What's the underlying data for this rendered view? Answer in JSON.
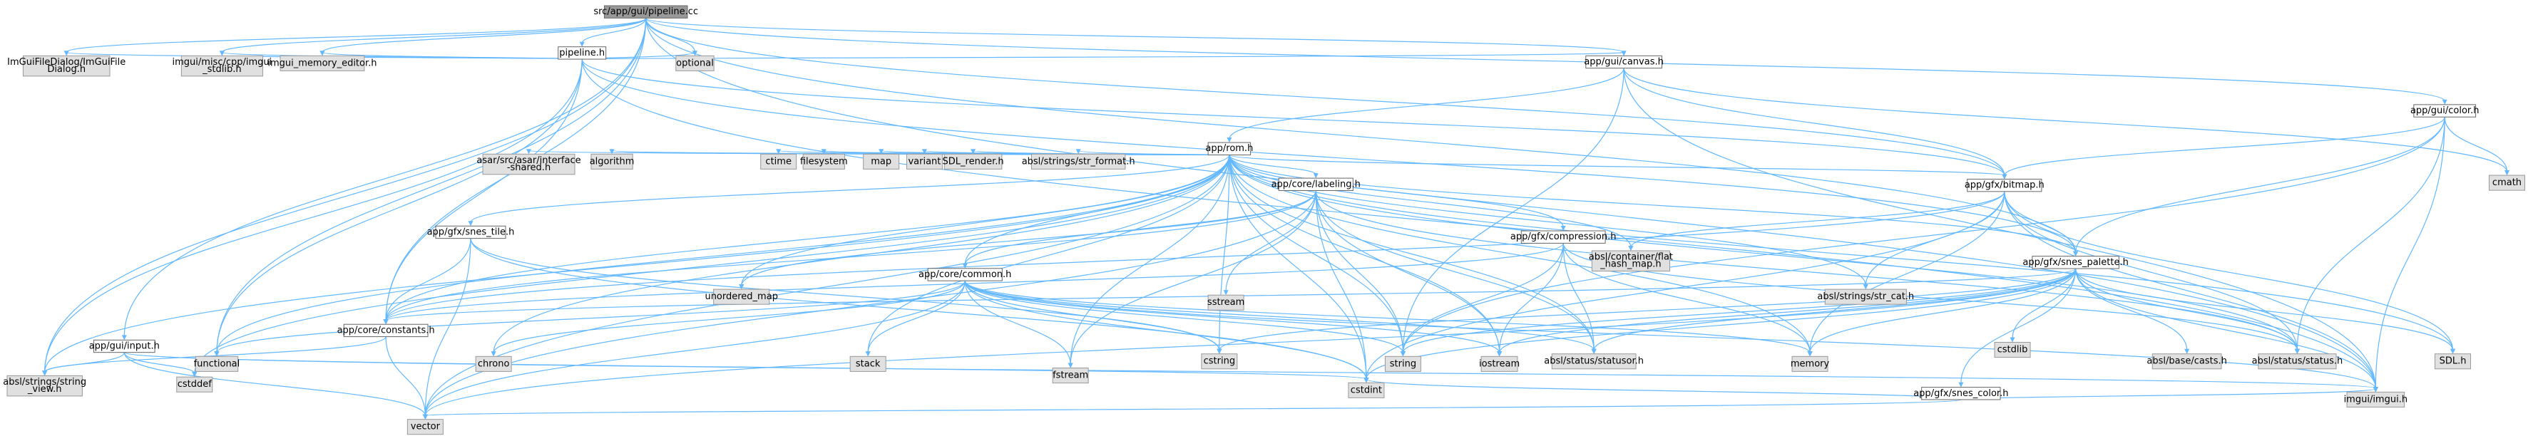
{
  "nodes": [
    {
      "id": "root",
      "label": "src/app/gui/pipeline.cc",
      "kind": "main"
    },
    {
      "id": "pipeline_h",
      "label": "pipeline.h",
      "kind": "local"
    },
    {
      "id": "imgui_file_dialog",
      "label": "ImGuiFileDialog/ImGuiFile\nDialog.h",
      "kind": "ext"
    },
    {
      "id": "imgui_stdlib",
      "label": "imgui/misc/cpp/imgui\n_stdlib.h",
      "kind": "ext"
    },
    {
      "id": "imgui_memory_editor",
      "label": "imgui_memory_editor.h",
      "kind": "ext"
    },
    {
      "id": "optional",
      "label": "optional",
      "kind": "ext"
    },
    {
      "id": "canvas_h",
      "label": "app/gui/canvas.h",
      "kind": "local"
    },
    {
      "id": "color_h",
      "label": "app/gui/color.h",
      "kind": "local"
    },
    {
      "id": "rom_h",
      "label": "app/rom.h",
      "kind": "local"
    },
    {
      "id": "asar_interface",
      "label": "asar/src/asar/interface\n-shared.h",
      "kind": "ext"
    },
    {
      "id": "algorithm",
      "label": "algorithm",
      "kind": "ext"
    },
    {
      "id": "ctime",
      "label": "ctime",
      "kind": "ext"
    },
    {
      "id": "filesystem",
      "label": "filesystem",
      "kind": "ext"
    },
    {
      "id": "map",
      "label": "map",
      "kind": "ext"
    },
    {
      "id": "variant",
      "label": "variant",
      "kind": "ext"
    },
    {
      "id": "sdl_render",
      "label": "SDL_render.h",
      "kind": "ext"
    },
    {
      "id": "str_format",
      "label": "absl/strings/str_format.h",
      "kind": "ext"
    },
    {
      "id": "labeling_h",
      "label": "app/core/labeling.h",
      "kind": "local"
    },
    {
      "id": "bitmap_h",
      "label": "app/gfx/bitmap.h",
      "kind": "local"
    },
    {
      "id": "cmath",
      "label": "cmath",
      "kind": "ext"
    },
    {
      "id": "snes_tile_h",
      "label": "app/gfx/snes_tile.h",
      "kind": "local"
    },
    {
      "id": "unordered_map",
      "label": "unordered_map",
      "kind": "ext"
    },
    {
      "id": "common_h",
      "label": "app/core/common.h",
      "kind": "local"
    },
    {
      "id": "sstream",
      "label": "sstream",
      "kind": "ext"
    },
    {
      "id": "compression_h",
      "label": "app/gfx/compression.h",
      "kind": "local"
    },
    {
      "id": "flat_hash_map",
      "label": "absl/container/flat\n_hash_map.h",
      "kind": "ext"
    },
    {
      "id": "str_cat",
      "label": "absl/strings/str_cat.h",
      "kind": "ext"
    },
    {
      "id": "snes_palette_h",
      "label": "app/gfx/snes_palette.h",
      "kind": "local"
    },
    {
      "id": "input_h",
      "label": "app/gui/input.h",
      "kind": "local"
    },
    {
      "id": "functional",
      "label": "functional",
      "kind": "ext"
    },
    {
      "id": "constants_h",
      "label": "app/core/constants.h",
      "kind": "local"
    },
    {
      "id": "chrono",
      "label": "chrono",
      "kind": "ext"
    },
    {
      "id": "stack",
      "label": "stack",
      "kind": "ext"
    },
    {
      "id": "fstream",
      "label": "fstream",
      "kind": "ext"
    },
    {
      "id": "cstring",
      "label": "cstring",
      "kind": "ext"
    },
    {
      "id": "string",
      "label": "string",
      "kind": "ext"
    },
    {
      "id": "iostream",
      "label": "iostream",
      "kind": "ext"
    },
    {
      "id": "statusor",
      "label": "absl/status/statusor.h",
      "kind": "ext"
    },
    {
      "id": "memory",
      "label": "memory",
      "kind": "ext"
    },
    {
      "id": "cstdlib",
      "label": "cstdlib",
      "kind": "ext"
    },
    {
      "id": "casts",
      "label": "absl/base/casts.h",
      "kind": "ext"
    },
    {
      "id": "status",
      "label": "absl/status/status.h",
      "kind": "ext"
    },
    {
      "id": "sdl_h",
      "label": "SDL.h",
      "kind": "ext"
    },
    {
      "id": "snes_color_h",
      "label": "app/gfx/snes_color.h",
      "kind": "local"
    },
    {
      "id": "string_view",
      "label": "absl/strings/string\n_view.h",
      "kind": "ext"
    },
    {
      "id": "cstddef",
      "label": "cstddef",
      "kind": "ext"
    },
    {
      "id": "vector",
      "label": "vector",
      "kind": "ext"
    },
    {
      "id": "cstdint",
      "label": "cstdint",
      "kind": "ext"
    },
    {
      "id": "imgui_h",
      "label": "imgui/imgui.h",
      "kind": "ext"
    }
  ],
  "edges": [
    [
      "root",
      "pipeline_h"
    ],
    [
      "root",
      "imgui_file_dialog"
    ],
    [
      "root",
      "imgui_stdlib"
    ],
    [
      "root",
      "imgui_memory_editor"
    ],
    [
      "root",
      "optional"
    ],
    [
      "root",
      "canvas_h"
    ],
    [
      "root",
      "color_h"
    ],
    [
      "root",
      "input_h"
    ],
    [
      "root",
      "bitmap_h"
    ],
    [
      "root",
      "snes_palette_h"
    ],
    [
      "root",
      "constants_h"
    ],
    [
      "root",
      "functional"
    ],
    [
      "root",
      "string_view"
    ],
    [
      "root",
      "imgui_h"
    ],
    [
      "pipeline_h",
      "imgui_file_dialog"
    ],
    [
      "pipeline_h",
      "imgui_stdlib"
    ],
    [
      "pipeline_h",
      "imgui_memory_editor"
    ],
    [
      "pipeline_h",
      "optional"
    ],
    [
      "pipeline_h",
      "canvas_h"
    ],
    [
      "pipeline_h",
      "bitmap_h"
    ],
    [
      "pipeline_h",
      "snes_palette_h"
    ],
    [
      "pipeline_h",
      "constants_h"
    ],
    [
      "pipeline_h",
      "functional"
    ],
    [
      "pipeline_h",
      "string_view"
    ],
    [
      "pipeline_h",
      "imgui_h"
    ],
    [
      "canvas_h",
      "rom_h"
    ],
    [
      "canvas_h",
      "bitmap_h"
    ],
    [
      "canvas_h",
      "cmath"
    ],
    [
      "canvas_h",
      "string"
    ],
    [
      "canvas_h",
      "imgui_h"
    ],
    [
      "color_h",
      "bitmap_h"
    ],
    [
      "color_h",
      "snes_palette_h"
    ],
    [
      "color_h",
      "cmath"
    ],
    [
      "color_h",
      "string"
    ],
    [
      "color_h",
      "status"
    ],
    [
      "color_h",
      "imgui_h"
    ],
    [
      "rom_h",
      "asar_interface"
    ],
    [
      "rom_h",
      "algorithm"
    ],
    [
      "rom_h",
      "ctime"
    ],
    [
      "rom_h",
      "filesystem"
    ],
    [
      "rom_h",
      "map"
    ],
    [
      "rom_h",
      "variant"
    ],
    [
      "rom_h",
      "sdl_render"
    ],
    [
      "rom_h",
      "str_format"
    ],
    [
      "rom_h",
      "labeling_h"
    ],
    [
      "rom_h",
      "bitmap_h"
    ],
    [
      "rom_h",
      "snes_tile_h"
    ],
    [
      "rom_h",
      "unordered_map"
    ],
    [
      "rom_h",
      "common_h"
    ],
    [
      "rom_h",
      "compression_h"
    ],
    [
      "rom_h",
      "flat_hash_map"
    ],
    [
      "rom_h",
      "str_cat"
    ],
    [
      "rom_h",
      "snes_palette_h"
    ],
    [
      "rom_h",
      "functional"
    ],
    [
      "rom_h",
      "constants_h"
    ],
    [
      "rom_h",
      "chrono"
    ],
    [
      "rom_h",
      "stack"
    ],
    [
      "rom_h",
      "fstream"
    ],
    [
      "rom_h",
      "cstring"
    ],
    [
      "rom_h",
      "string"
    ],
    [
      "rom_h",
      "iostream"
    ],
    [
      "rom_h",
      "statusor"
    ],
    [
      "rom_h",
      "memory"
    ],
    [
      "rom_h",
      "status"
    ],
    [
      "rom_h",
      "sdl_h"
    ],
    [
      "rom_h",
      "string_view"
    ],
    [
      "rom_h",
      "cstddef"
    ],
    [
      "rom_h",
      "vector"
    ],
    [
      "rom_h",
      "cstdint"
    ],
    [
      "labeling_h",
      "unordered_map"
    ],
    [
      "labeling_h",
      "common_h"
    ],
    [
      "labeling_h",
      "sstream"
    ],
    [
      "labeling_h",
      "constants_h"
    ],
    [
      "labeling_h",
      "fstream"
    ],
    [
      "labeling_h",
      "string"
    ],
    [
      "labeling_h",
      "iostream"
    ],
    [
      "labeling_h",
      "statusor"
    ],
    [
      "labeling_h",
      "status"
    ],
    [
      "labeling_h",
      "vector"
    ],
    [
      "labeling_h",
      "cstdint"
    ],
    [
      "bitmap_h",
      "flat_hash_map"
    ],
    [
      "bitmap_h",
      "str_cat"
    ],
    [
      "bitmap_h",
      "snes_palette_h"
    ],
    [
      "bitmap_h",
      "constants_h"
    ],
    [
      "bitmap_h",
      "memory"
    ],
    [
      "bitmap_h",
      "status"
    ],
    [
      "bitmap_h",
      "sdl_h"
    ],
    [
      "bitmap_h",
      "cstdint"
    ],
    [
      "bitmap_h",
      "imgui_h"
    ],
    [
      "snes_tile_h",
      "constants_h"
    ],
    [
      "snes_tile_h",
      "cstring"
    ],
    [
      "snes_tile_h",
      "vector"
    ],
    [
      "snes_tile_h",
      "cstdint"
    ],
    [
      "common_h",
      "chrono"
    ],
    [
      "common_h",
      "stack"
    ],
    [
      "common_h",
      "fstream"
    ],
    [
      "common_h",
      "cstring"
    ],
    [
      "common_h",
      "string"
    ],
    [
      "common_h",
      "iostream"
    ],
    [
      "common_h",
      "statusor"
    ],
    [
      "common_h",
      "memory"
    ],
    [
      "common_h",
      "functional"
    ],
    [
      "common_h",
      "vector"
    ],
    [
      "common_h",
      "cstdint"
    ],
    [
      "common_h",
      "imgui_h"
    ],
    [
      "compression_h",
      "constants_h"
    ],
    [
      "compression_h",
      "string"
    ],
    [
      "compression_h",
      "iostream"
    ],
    [
      "compression_h",
      "statusor"
    ],
    [
      "compression_h",
      "memory"
    ],
    [
      "compression_h",
      "status"
    ],
    [
      "snes_palette_h",
      "snes_color_h"
    ],
    [
      "snes_palette_h",
      "constants_h"
    ],
    [
      "snes_palette_h",
      "cstring"
    ],
    [
      "snes_palette_h",
      "string"
    ],
    [
      "snes_palette_h",
      "iostream"
    ],
    [
      "snes_palette_h",
      "statusor"
    ],
    [
      "snes_palette_h",
      "memory"
    ],
    [
      "snes_palette_h",
      "cstdlib"
    ],
    [
      "snes_palette_h",
      "casts"
    ],
    [
      "snes_palette_h",
      "status"
    ],
    [
      "snes_palette_h",
      "sdl_h"
    ],
    [
      "snes_palette_h",
      "vector"
    ],
    [
      "snes_palette_h",
      "cstdint"
    ],
    [
      "snes_palette_h",
      "imgui_h"
    ],
    [
      "snes_color_h",
      "vector"
    ],
    [
      "snes_color_h",
      "cstdint"
    ],
    [
      "snes_color_h",
      "imgui_h"
    ],
    [
      "input_h",
      "string_view"
    ],
    [
      "input_h",
      "cstddef"
    ],
    [
      "input_h",
      "vector"
    ],
    [
      "input_h",
      "cstdint"
    ],
    [
      "input_h",
      "imgui_h"
    ],
    [
      "constants_h",
      "string_view"
    ],
    [
      "constants_h",
      "vector"
    ]
  ]
}
